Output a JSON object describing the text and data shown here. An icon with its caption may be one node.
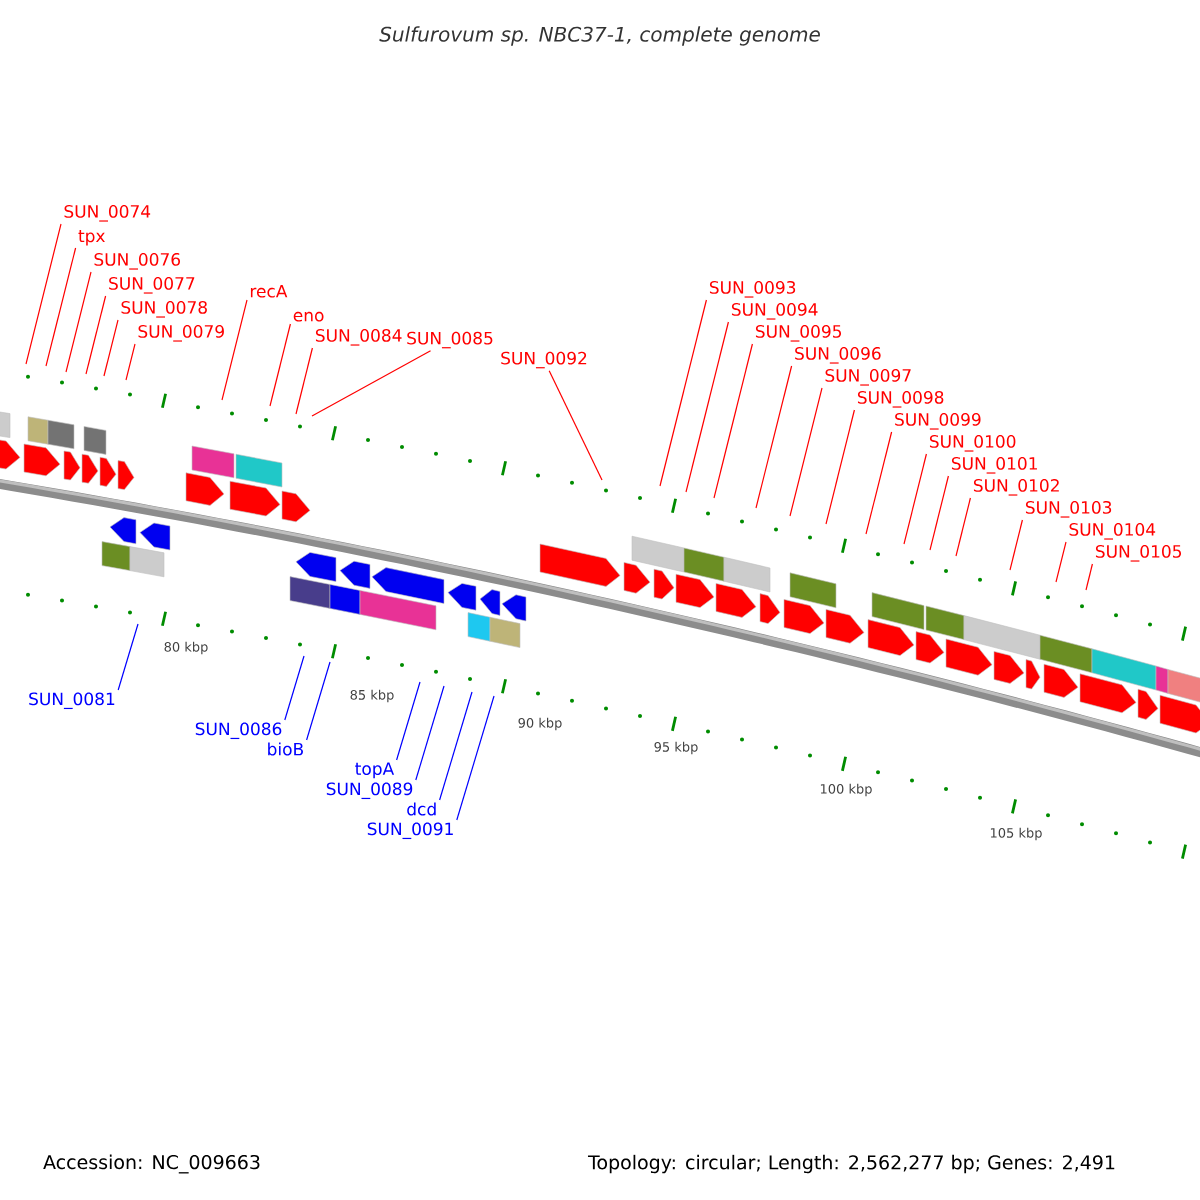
{
  "diagram": {
    "title": "Sulfurovum sp. NBC37-1, complete genome",
    "nodes": [
      {
        "text": [
          "SUN_0074"
        ]
      },
      {
        "text": [
          "tpx"
        ]
      },
      {
        "text": [
          "SUN_0076"
        ]
      },
      {
        "text": [
          "SUN_0077"
        ]
      },
      {
        "text": [
          "SUN_0078"
        ]
      },
      {
        "text": [
          "SUN_0079"
        ]
      },
      {
        "text": [
          "recA"
        ]
      },
      {
        "text": [
          "eno"
        ]
      },
      {
        "text": [
          "SUN_0084"
        ]
      },
      {
        "text": [
          "SUN_0085"
        ]
      },
      {
        "text": [
          "SUN_0092"
        ]
      },
      {
        "text": [
          "SUN_0093"
        ]
      },
      {
        "text": [
          "SUN_0094"
        ]
      },
      {
        "text": [
          "SUN_0095"
        ]
      },
      {
        "text": [
          "SUN_0096"
        ]
      },
      {
        "text": [
          "SUN_0097"
        ]
      },
      {
        "text": [
          "SUN_0098"
        ]
      },
      {
        "text": [
          "SUN_0099"
        ]
      },
      {
        "text": [
          "SUN_0100"
        ]
      },
      {
        "text": [
          "SUN_0101"
        ]
      },
      {
        "text": [
          "SUN_0102"
        ]
      },
      {
        "text": [
          "SUN_0103"
        ]
      },
      {
        "text": [
          "SUN_0104"
        ]
      },
      {
        "text": [
          "SUN_0105"
        ]
      },
      {
        "text": [
          "SUN_0081"
        ]
      },
      {
        "text": [
          "SUN_0086"
        ]
      },
      {
        "text": [
          "bioB"
        ]
      },
      {
        "text": [
          "topA"
        ]
      },
      {
        "text": [
          "SUN_0089"
        ]
      },
      {
        "text": [
          "dcd"
        ]
      },
      {
        "text": [
          "SUN_0091"
        ]
      }
    ],
    "edges": [
      {
        "from": 0,
        "to": null,
        "arrow": "none"
      },
      {
        "from": 1,
        "to": null,
        "arrow": "none"
      },
      {
        "from": 2,
        "to": null,
        "arrow": "none"
      },
      {
        "from": 3,
        "to": null,
        "arrow": "none"
      },
      {
        "from": 4,
        "to": null,
        "arrow": "none"
      },
      {
        "from": 5,
        "to": null,
        "arrow": "none"
      },
      {
        "from": 6,
        "to": null,
        "arrow": "none"
      },
      {
        "from": 7,
        "to": null,
        "arrow": "none"
      },
      {
        "from": 8,
        "to": null,
        "arrow": "none"
      },
      {
        "from": 9,
        "to": null,
        "arrow": "none"
      },
      {
        "from": 10,
        "to": null,
        "arrow": "none"
      },
      {
        "from": 11,
        "to": null,
        "arrow": "none"
      },
      {
        "from": 12,
        "to": null,
        "arrow": "none"
      },
      {
        "from": 13,
        "to": null,
        "arrow": "none"
      },
      {
        "from": 14,
        "to": null,
        "arrow": "none"
      },
      {
        "from": 15,
        "to": null,
        "arrow": "none"
      },
      {
        "from": 16,
        "to": null,
        "arrow": "none"
      },
      {
        "from": 17,
        "to": null,
        "arrow": "none"
      },
      {
        "from": 18,
        "to": null,
        "arrow": "none"
      },
      {
        "from": 19,
        "to": null,
        "arrow": "none"
      },
      {
        "from": 20,
        "to": null,
        "arrow": "none"
      },
      {
        "from": 21,
        "to": null,
        "arrow": "none"
      },
      {
        "from": 22,
        "to": null,
        "arrow": "none"
      },
      {
        "from": 23,
        "to": null,
        "arrow": "none"
      },
      {
        "from": 24,
        "to": null,
        "arrow": "none",
        "color": "#0000ff"
      },
      {
        "from": 25,
        "to": null,
        "arrow": "none",
        "color": "#0000ff"
      },
      {
        "from": 26,
        "to": null,
        "arrow": "none",
        "color": "#0000ff"
      },
      {
        "from": 27,
        "to": null,
        "arrow": "none",
        "color": "#0000ff"
      },
      {
        "from": 28,
        "to": null,
        "arrow": "none",
        "color": "#0000ff"
      },
      {
        "from": 29,
        "to": null,
        "arrow": "none",
        "color": "#0000ff"
      },
      {
        "from": 30,
        "to": null,
        "arrow": "none",
        "color": "#0000ff"
      }
    ],
    "labels": [
      "80 kbp",
      "85 kbp",
      "90 kbp",
      "95 kbp",
      "100 kbp",
      "105 kbp",
      "Accession: NC_009663",
      "Topology: circular; Length: 2,562,277 bp; Genes: 2,491"
    ]
  }
}
